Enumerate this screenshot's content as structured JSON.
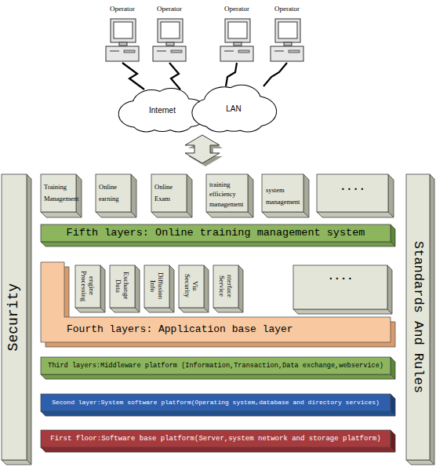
{
  "diagram": {
    "nodes": [
      {
        "text": [
          "Operator"
        ]
      },
      {
        "text": [
          "Operator"
        ]
      },
      {
        "text": [
          "Operator"
        ]
      },
      {
        "text": [
          "Operator"
        ]
      },
      {
        "text": [
          "Internet"
        ]
      },
      {
        "text": [
          "LAN"
        ]
      },
      {
        "text": [
          "Security"
        ]
      },
      {
        "text": [
          "Standards And Rules"
        ]
      },
      {
        "text": [
          "Training Management"
        ]
      },
      {
        "text": [
          "Online earning"
        ]
      },
      {
        "text": [
          "Online Exam"
        ]
      },
      {
        "text": [
          "training efficiency management"
        ]
      },
      {
        "text": [
          "system management"
        ]
      },
      {
        "text": [
          "· · · ·"
        ]
      },
      {
        "text": [
          "Fifth layers: Online training management system"
        ]
      },
      {
        "text": [
          "Fourth layers: Application base layer"
        ]
      },
      {
        "text": [
          "Processing engine"
        ],
        "in": 15
      },
      {
        "text": [
          "Data Exchange"
        ],
        "in": 15
      },
      {
        "text": [
          "Info Diffusion"
        ],
        "in": 15
      },
      {
        "text": [
          "Security Via"
        ],
        "in": 15
      },
      {
        "text": [
          "Service nterface"
        ],
        "in": 15
      },
      {
        "text": [
          "· · · ·"
        ],
        "in": 15
      },
      {
        "text": [
          "Third layers:Middleware platform (Information,Transaction,Data exchange,webservice)"
        ]
      },
      {
        "text": [
          "Second layer:System software platform(Operating system,database and directory services)"
        ]
      },
      {
        "text": [
          "First floor:Software base platform(Server,system network and storage platform)"
        ]
      }
    ],
    "edges": [
      {
        "from": 0,
        "to": 4,
        "arrow": "none"
      },
      {
        "from": 1,
        "to": 4,
        "arrow": "none"
      },
      {
        "from": 2,
        "to": 5,
        "arrow": "none"
      },
      {
        "from": 3,
        "to": 5,
        "arrow": "none"
      }
    ]
  }
}
